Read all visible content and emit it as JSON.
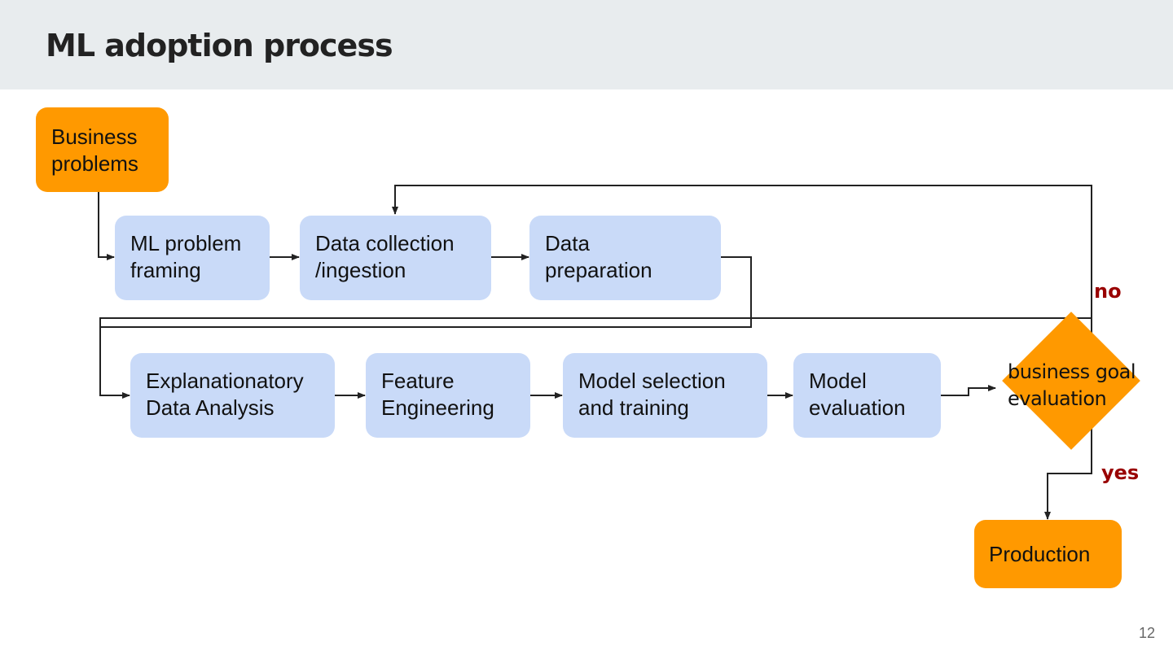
{
  "slide": {
    "title": "ML adoption process",
    "page_number": "12"
  },
  "nodes": {
    "business_problems": "Business\nproblems",
    "ml_problem_framing": "ML problem\nframing",
    "data_collection": "Data collection\n/ingestion",
    "data_preparation": "Data\npreparation",
    "eda": "Explanationatory\nData Analysis",
    "feature_engineering": "Feature\nEngineering",
    "model_selection": "Model selection\nand training",
    "model_evaluation": "Model\nevaluation",
    "business_goal_evaluation": "business goal\nevaluation",
    "production": "Production"
  },
  "edge_labels": {
    "no": "no",
    "yes": "yes"
  },
  "colors": {
    "process_box": "#c9daf8",
    "terminal_box": "#ff9900",
    "decision": "#ff9900",
    "edge_label": "#990000",
    "header_bg": "#e8ecee"
  }
}
